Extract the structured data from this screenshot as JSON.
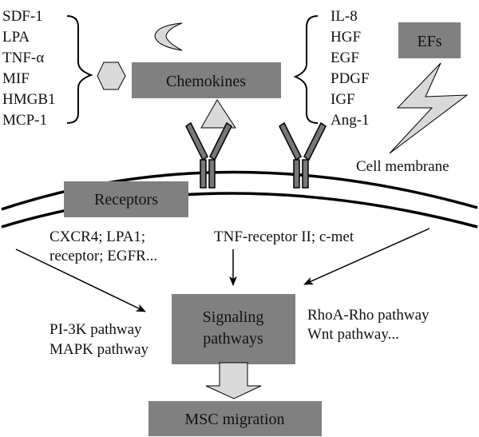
{
  "colors": {
    "box_fill": "#808080",
    "shape_fill": "#d9d9d9",
    "receptor_fill": "#777777",
    "line": "#000000",
    "background": "#ffffff"
  },
  "left_factors": [
    "SDF-1",
    "LPA",
    "TNF-α",
    "MIF",
    "HMGB1",
    "MCP-1"
  ],
  "right_factors": [
    "IL-8",
    "HGF",
    "EGF",
    "PDGF",
    "IGF",
    "Ang-1"
  ],
  "boxes": {
    "chemokines": "Chemokines",
    "efs": "EFs",
    "receptors": "Receptors",
    "signaling_line1": "Signaling",
    "signaling_line2": "pathways",
    "msc_migration": "MSC migration"
  },
  "labels": {
    "cell_membrane": "Cell membrane",
    "receptor_list_line1": "CXCR4; LPA1;",
    "receptor_list_line2": "receptor; EGFR...",
    "tnf_receptor": "TNF-receptor II; c-met",
    "left_pathways_line1": "PI-3K pathway",
    "left_pathways_line2": "MAPK pathway",
    "right_pathways_line1": "RhoA-Rho pathway",
    "right_pathways_line2": "Wnt pathway..."
  }
}
